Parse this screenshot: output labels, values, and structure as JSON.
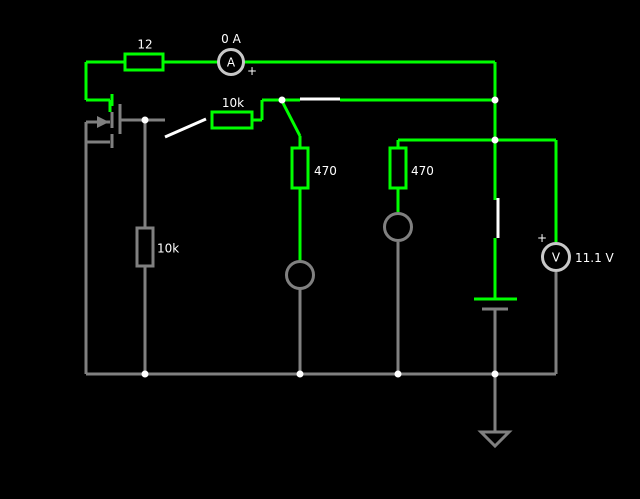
{
  "colors": {
    "background": "#000000",
    "live_wire": "#00ff00",
    "dead_wire": "#808080",
    "switch_blade": "#ffffff",
    "node_dot": "#ffffff",
    "label_text": "#ffffff"
  },
  "components": {
    "r_top_label": "12",
    "ammeter_value": "0 A",
    "ammeter_symbol": "A",
    "ammeter_polarity": "+",
    "r_switch_label": "10k",
    "r_mid_label": "470",
    "r_right_label": "470",
    "r_left_label": "10k",
    "voltmeter_symbol": "V",
    "voltmeter_polarity": "+",
    "voltmeter_value": "11.1 V"
  },
  "icons": {
    "transistor": "mosfet-icon",
    "ground": "ground-icon",
    "battery": "battery-icon",
    "lamp": "lamp-icon"
  }
}
